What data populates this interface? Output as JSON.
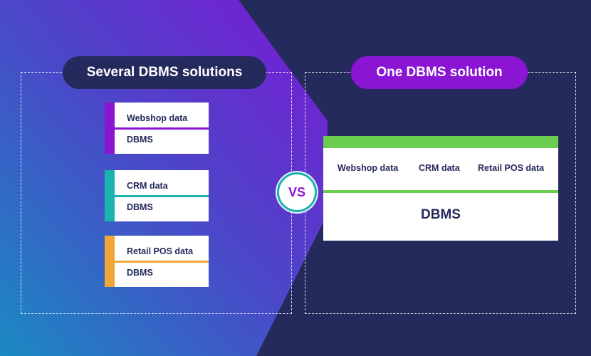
{
  "colors": {
    "background_dark": "#252a5c",
    "gradient_purple": "#6b1fd0",
    "gradient_blue": "#1b86c4",
    "accent_purple": "#8a16d4",
    "accent_teal": "#1ab4b0",
    "accent_orange": "#f2a636",
    "accent_green": "#6acd4e",
    "card_text": "#252a5c"
  },
  "left": {
    "title": "Several DBMS solutions",
    "cards": [
      {
        "data_label": "Webshop data",
        "dbms_label": "DBMS",
        "color": "#8a16d4"
      },
      {
        "data_label": "CRM data",
        "dbms_label": "DBMS",
        "color": "#1ab4b0"
      },
      {
        "data_label": "Retail POS data",
        "dbms_label": "DBMS",
        "color": "#f2a636"
      }
    ]
  },
  "vs": {
    "label": "VS"
  },
  "right": {
    "title": "One DBMS solution",
    "data_labels": [
      "Webshop data",
      "CRM data",
      "Retail POS data"
    ],
    "dbms_label": "DBMS"
  }
}
